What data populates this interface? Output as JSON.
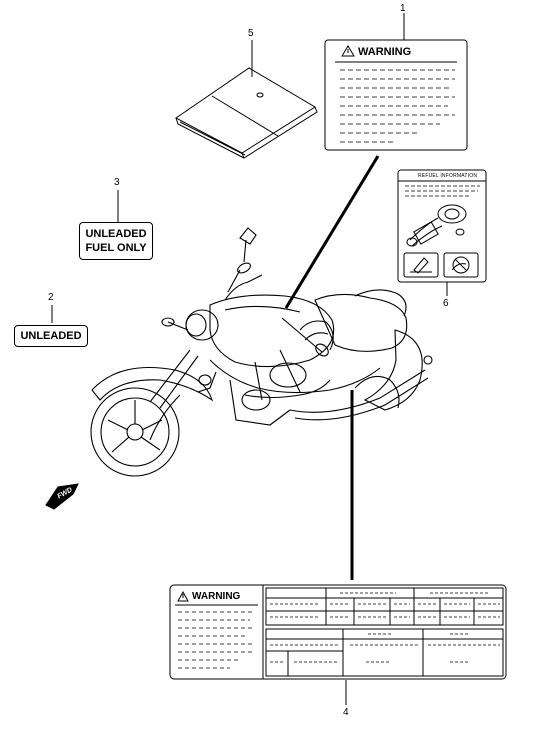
{
  "callouts": {
    "c1": "1",
    "c2": "2",
    "c3": "3",
    "c4": "4",
    "c5": "5",
    "c6": "6"
  },
  "labels": {
    "unleaded": "UNLEADED",
    "unleaded_fuel_line1": "UNLEADED",
    "unleaded_fuel_line2": "FUEL ONLY",
    "warning_top": "WARNING",
    "warning_bottom": "WARNING",
    "refuel": "REFUEL INFORMATION",
    "fwd": "FWD"
  }
}
